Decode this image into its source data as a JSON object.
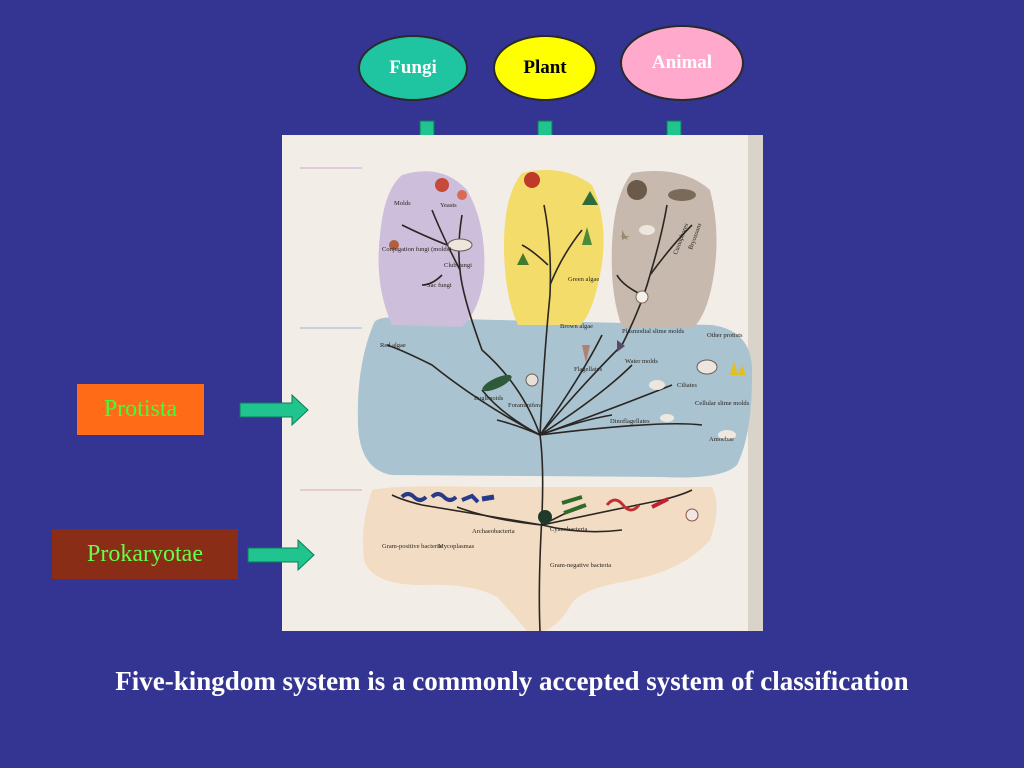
{
  "kingdoms": {
    "fungi": "Fungi",
    "plant": "Plant",
    "animal": "Animal",
    "protista": "Protista",
    "prokaryotae": "Prokaryotae"
  },
  "figure_labels": {
    "molds": "Molds",
    "yeasts": "Yeasts",
    "conjugation_fungi": "Conjugation fungi (molds)",
    "club_fungi": "Club fungi",
    "sac_fungi": "Sac fungi",
    "green_algae": "Green algae",
    "bryozoans": "Bryozoans",
    "ctenophores": "Ctenophores",
    "red_algae": "Red algae",
    "brown_algae": "Brown algae",
    "plasmodial_slime_molds": "Plasmodial slime molds",
    "other_protists": "Other protists",
    "flagellates": "Flagellates",
    "water_molds": "Water molds",
    "euglenoids": "Euglenoids",
    "foraminifera": "Foraminifera",
    "dinoflagellates": "Dinoflagellates",
    "ciliates": "Ciliates",
    "cellular_slime_molds": "Cellular slime molds",
    "amoebae": "Amoebae",
    "gram_positive_bacteria": "Gram-positive bacteria",
    "mycoplasmas": "Mycoplasmas",
    "archaeobacteria": "Archaeobacteria",
    "cyanobacteria": "Cyanobacteria",
    "gram_negative_bacteria": "Gram-negative bacteria"
  },
  "caption": "Five-kingdom system is a commonly accepted system of classification",
  "colors": {
    "background": "#343592",
    "arrow": "#1fc48f",
    "fungi_lobe": "#cdbedc",
    "plant_lobe": "#f3dc6a",
    "animal_lobe": "#c7b9ad",
    "protista_blob": "#a9c3d0",
    "prokaryotae_blob": "#f2dcc4"
  }
}
